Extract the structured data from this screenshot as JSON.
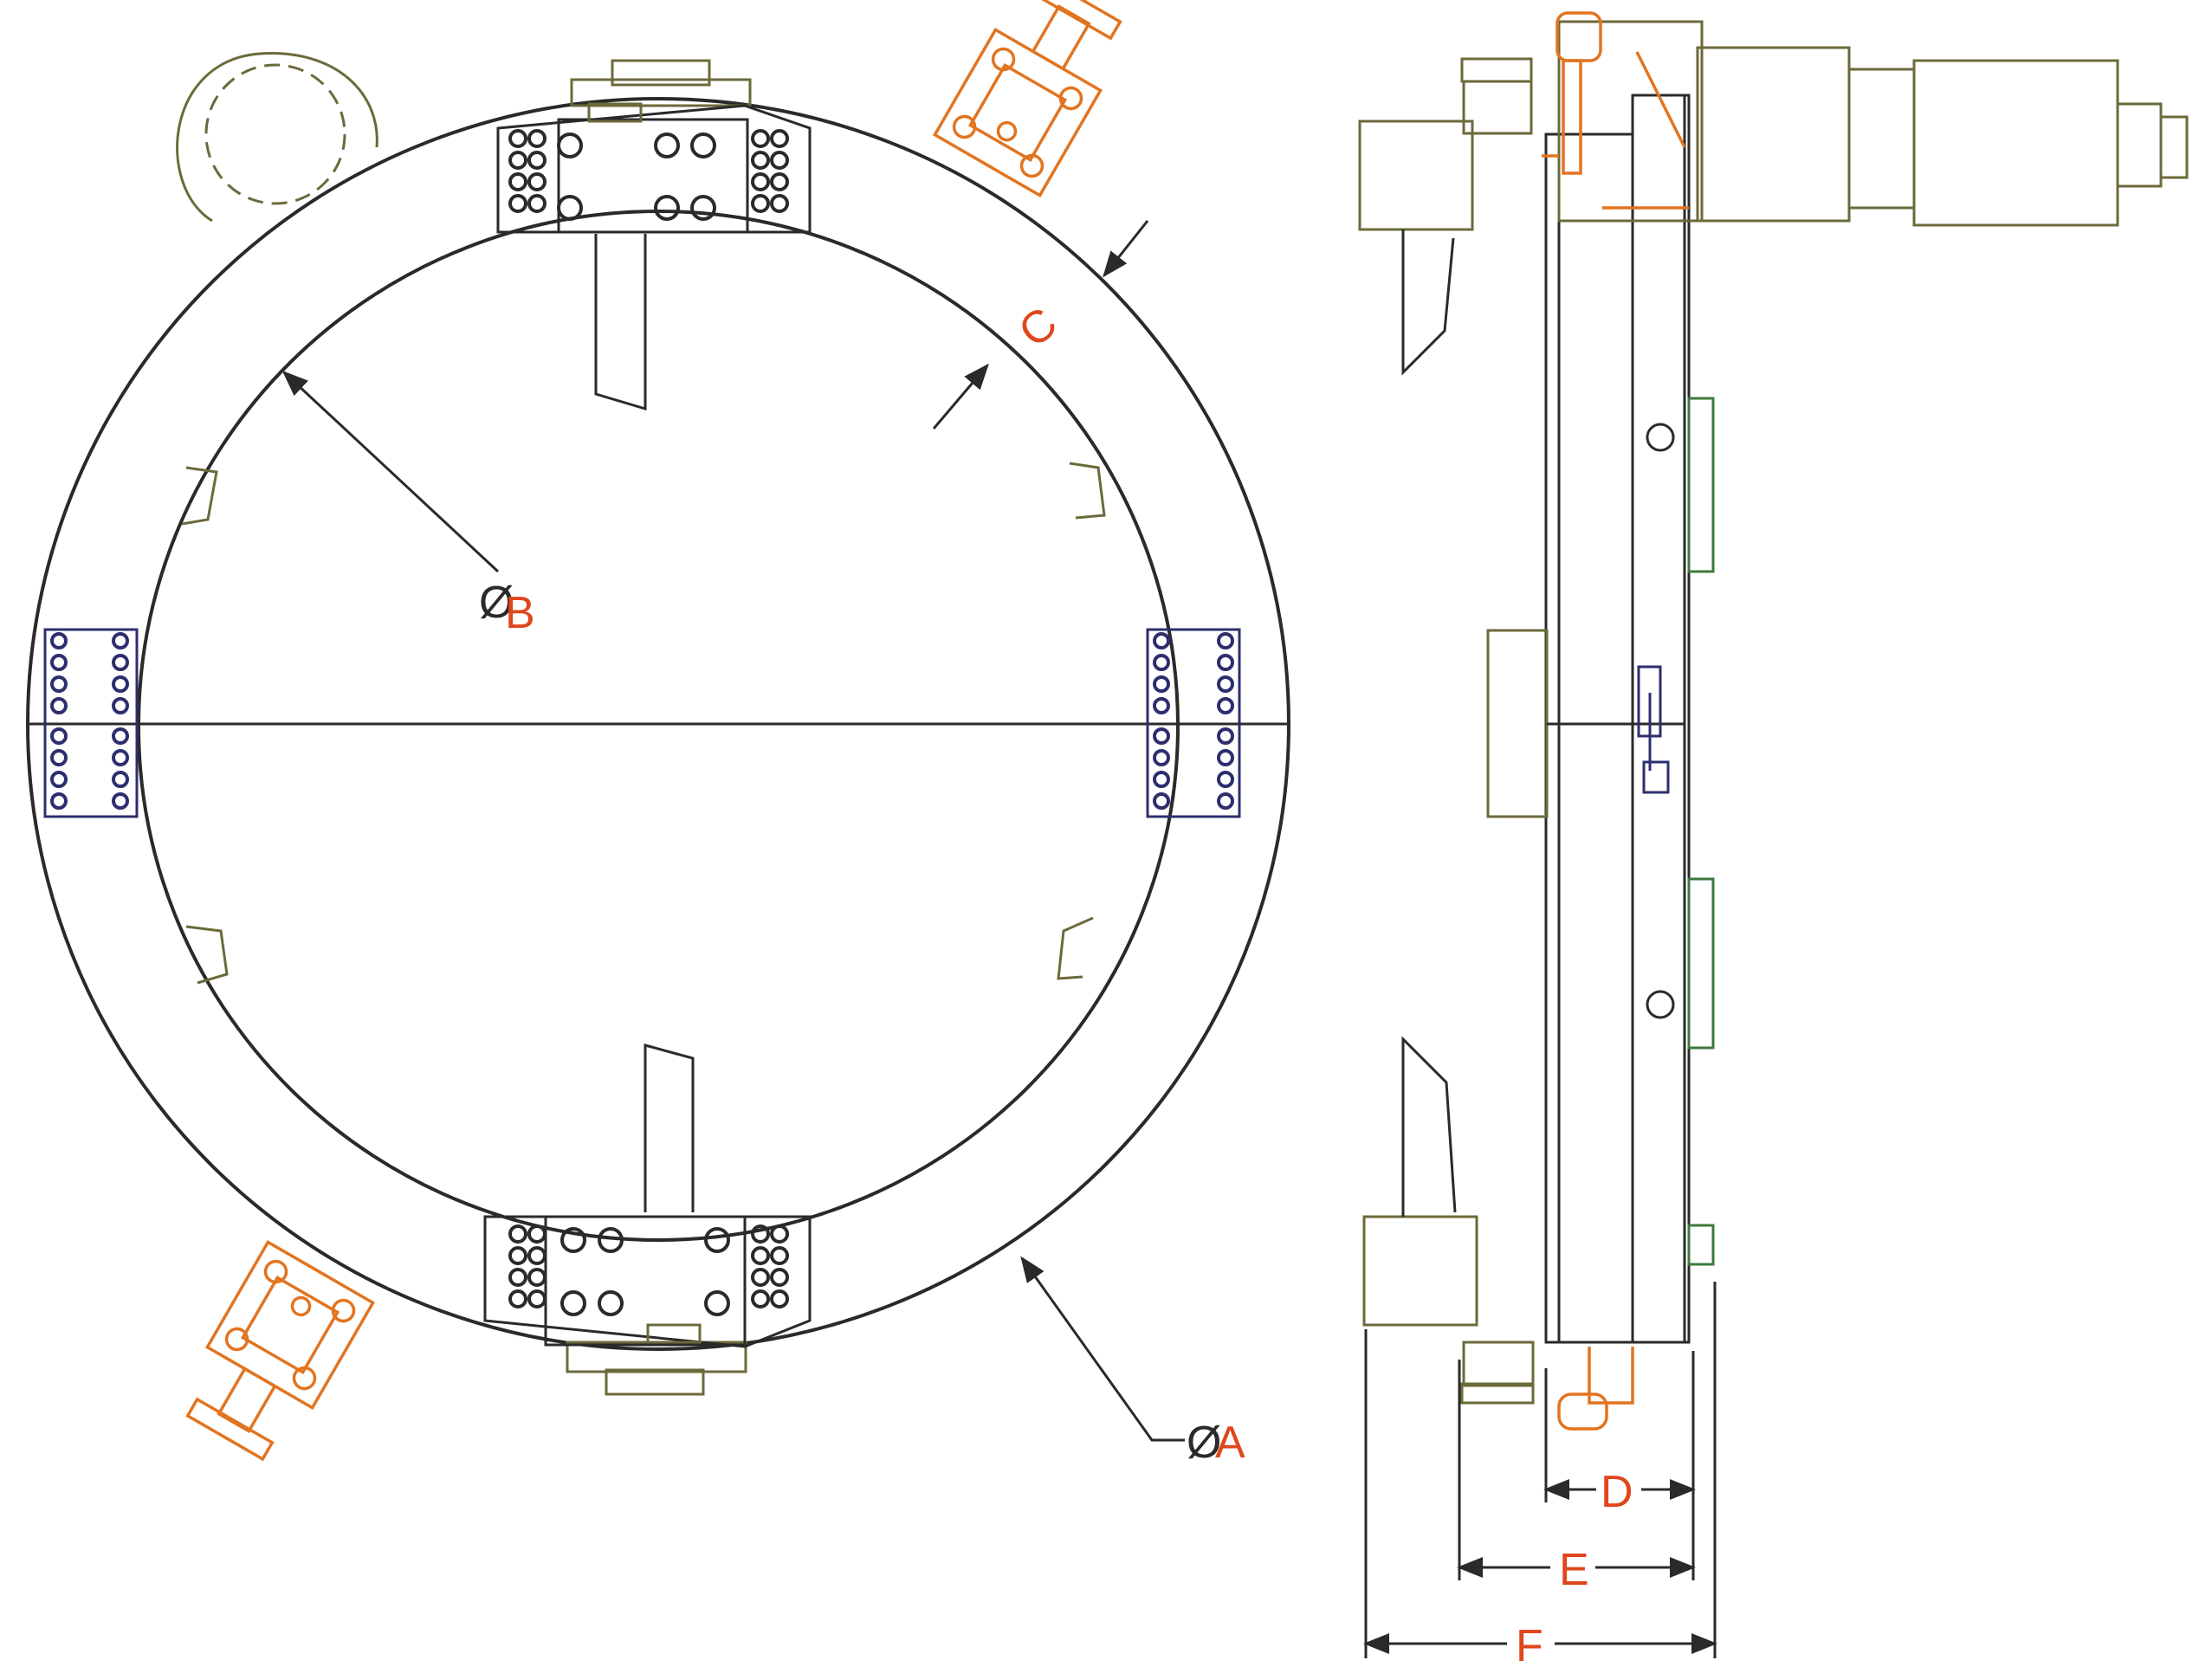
{
  "labels": {
    "a": "A",
    "b": "B",
    "c": "C",
    "d": "D",
    "e": "E",
    "f": "F",
    "diameter_symbol": "Ø"
  },
  "colors": {
    "line": "#2a2a2a",
    "label": "#e0461c",
    "tool_head": "#e27420",
    "side_clamp": "#2c2f6e",
    "frame_detail": "#6b6a3a",
    "tab": "#3c7a3c"
  }
}
